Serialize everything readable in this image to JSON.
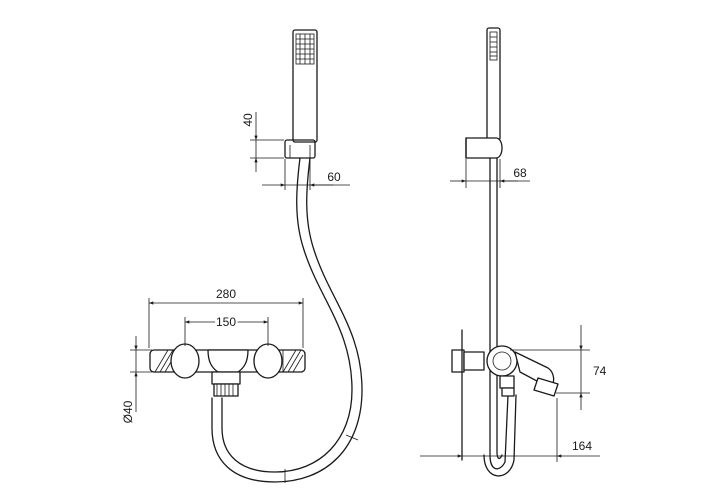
{
  "dimensions": {
    "front_width": "280",
    "front_centers": "150",
    "front_diameter": "Ø40",
    "holder_height": "40",
    "holder_depth_front": "60",
    "holder_depth_side": "68",
    "spout_height": "74",
    "wall_projection": "164"
  },
  "colors": {
    "line": "#1a1a1a",
    "background": "#ffffff"
  }
}
